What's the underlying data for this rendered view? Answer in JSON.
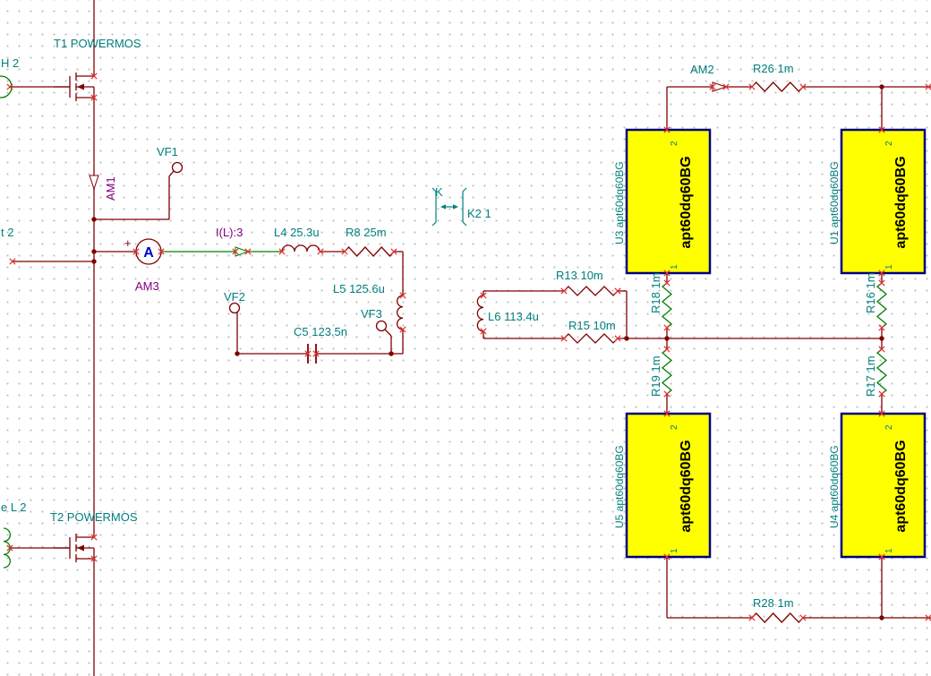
{
  "colors": {
    "wire": "#7f0000",
    "label_teal": "#007e7e",
    "label_purple": "#80007f",
    "resistor_green": "#007f00",
    "source_green": "#008000",
    "module_fill": "#ffff00",
    "module_border": "#00007f",
    "pin_marker_red": "#e03232",
    "ammeter_blue": "#0000cc",
    "grid_dot": "#bdbdbd",
    "background": "#ffffff"
  },
  "left": {
    "t1_label": "T1 POWERMOS",
    "t2_label": "T2 POWERMOS",
    "edge_top": "H 2",
    "edge_mid": "t 2",
    "edge_bottom": "e L 2",
    "am1": "AM1",
    "am2": "AM2",
    "am3": "AM3",
    "am3_plus": "+",
    "ammeter_letter": "A",
    "vf1": "VF1",
    "vf2": "VF2",
    "vf3": "VF3",
    "il_probe": "I(L):3",
    "l4": "L4 25.3u",
    "r8": "R8 25m",
    "l5": "L5 125.6u",
    "c5": "C5 123.5n"
  },
  "coupling": {
    "k": "K",
    "k2": "K2 1"
  },
  "right": {
    "r26": "R26 1m",
    "r13": "R13 10m",
    "l6": "L6 113.4u",
    "r15": "R15 10m",
    "r18": "R18 1m",
    "r19": "R19 1m",
    "r16": "R16 1m",
    "r17": "R17 1m",
    "r28": "R28 1m",
    "modules": {
      "part": "apt60dq60BG",
      "u3": "U3 apt60dq60BG",
      "u1": "U1 apt60dq60BG",
      "u5": "U5 apt60dq60BG",
      "u4": "U4 apt60dq60BG",
      "pin_top": "2",
      "pin_bottom": "1"
    }
  }
}
